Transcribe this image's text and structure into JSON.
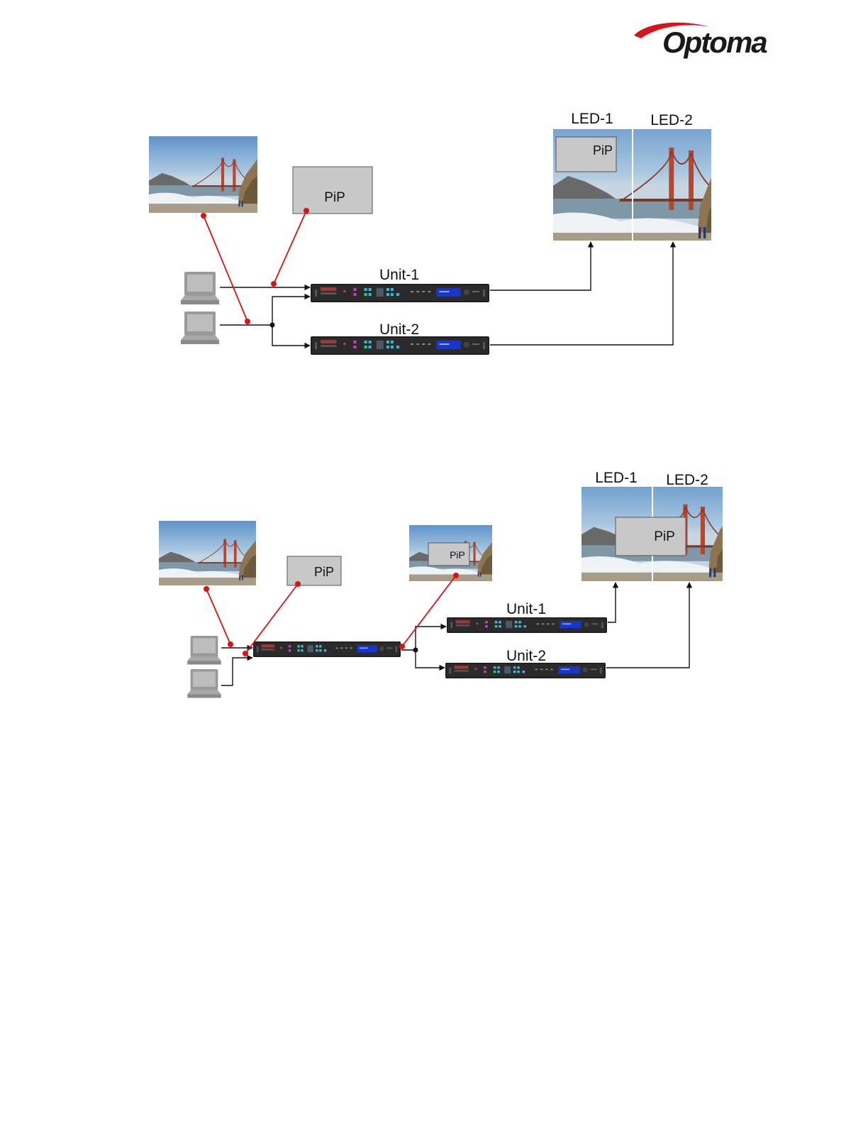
{
  "brand": {
    "name": "Optoma",
    "accent": "#d7141a"
  },
  "diagram1": {
    "led1_label": "LED-1",
    "led2_label": "LED-2",
    "pip_source_label": "PiP",
    "pip_on_screen_label": "PiP",
    "unit1_label": "Unit-1",
    "unit2_label": "Unit-2"
  },
  "diagram2": {
    "led1_label": "LED-1",
    "led2_label": "LED-2",
    "pip_source_label": "PiP",
    "pip_preview_label": "PiP",
    "pip_on_screen_label": "PiP",
    "unit1_label": "Unit-1",
    "unit2_label": "Unit-2"
  },
  "colors": {
    "signal_red": "#e01010",
    "line_black": "#111111",
    "pip_gray": "#c8c8c8"
  }
}
